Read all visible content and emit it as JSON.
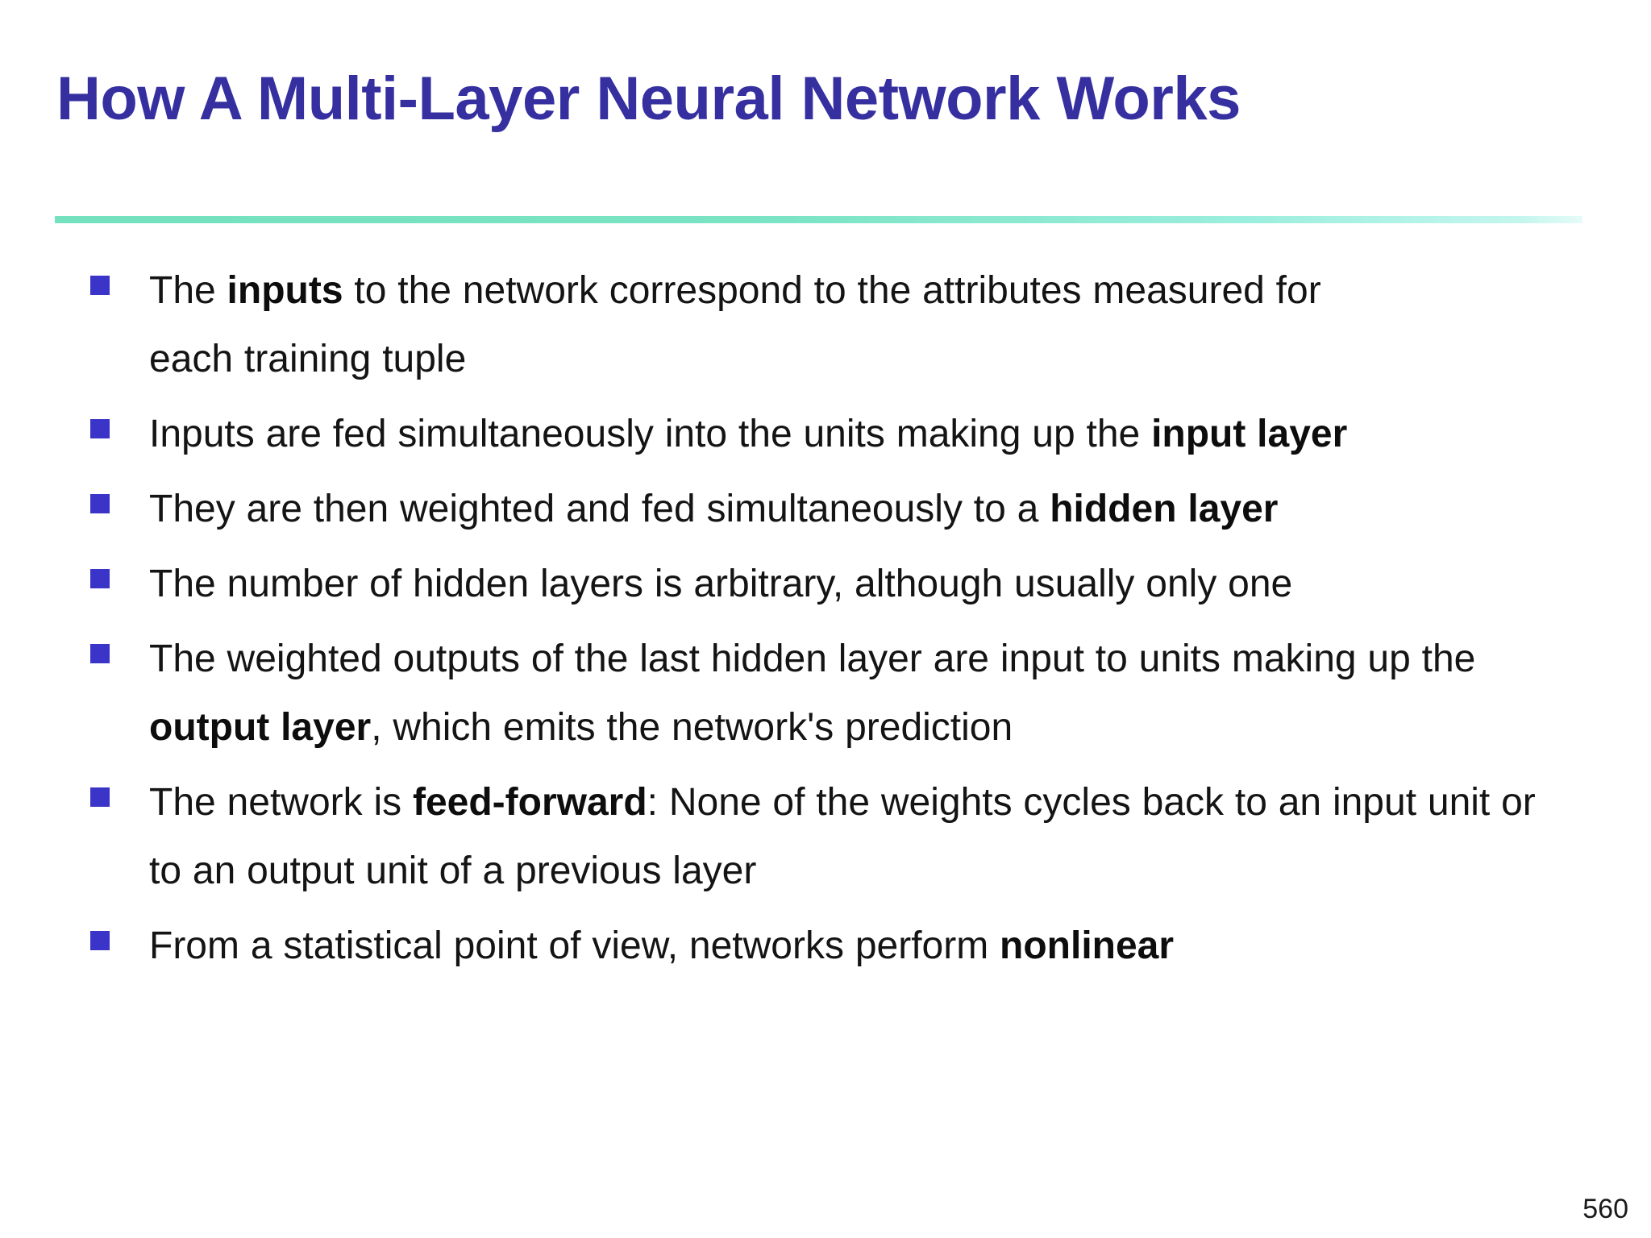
{
  "slide": {
    "title": "How A Multi-Layer Neural Network Works",
    "page_number": "560",
    "title_color": "#352FA0",
    "divider_color": "#74E2BE",
    "bullet_color": "#3B34C8",
    "body_text_color": "#141414",
    "background_color": "#ffffff"
  },
  "bullets": [
    {
      "id": "bullet-inputs-attributes",
      "parts": [
        {
          "text": "The ",
          "bold": false
        },
        {
          "text": "inputs",
          "bold": true
        },
        {
          "text": " to the network correspond to the attributes measured for each training tuple",
          "bold": false
        }
      ],
      "plain": "The inputs to the network correspond to the attributes measured for each training tuple"
    },
    {
      "id": "bullet-input-layer",
      "parts": [
        {
          "text": "Inputs are fed simultaneously into the units making up the ",
          "bold": false
        },
        {
          "text": "input layer",
          "bold": true
        }
      ],
      "plain": "Inputs are fed simultaneously into the units making up the input layer"
    },
    {
      "id": "bullet-hidden-layer",
      "parts": [
        {
          "text": "They are then weighted and fed simultaneously to a ",
          "bold": false
        },
        {
          "text": "hidden layer",
          "bold": true
        }
      ],
      "plain": "They are then weighted and fed simultaneously to a hidden layer"
    },
    {
      "id": "bullet-number-of-hidden-layers",
      "parts": [
        {
          "text": "The number of hidden layers is arbitrary, although usually only one",
          "bold": false
        }
      ],
      "plain": "The number of hidden layers is arbitrary, although usually only one"
    },
    {
      "id": "bullet-output-layer",
      "parts": [
        {
          "text": "The weighted outputs of the last hidden layer are input to units making up the ",
          "bold": false
        },
        {
          "text": "output layer",
          "bold": true
        },
        {
          "text": ", which emits the network's prediction",
          "bold": false
        }
      ],
      "plain": "The weighted outputs of the last hidden layer are input to units making up the output layer, which emits the network's prediction"
    },
    {
      "id": "bullet-feed-forward",
      "parts": [
        {
          "text": "The network is ",
          "bold": false
        },
        {
          "text": "feed-forward",
          "bold": true
        },
        {
          "text": ": None of the weights cycles back to an input unit or to an output unit of a previous layer",
          "bold": false
        }
      ],
      "plain": "The network is feed-forward: None of the weights cycles back to an input unit or to an output unit of a previous layer"
    },
    {
      "id": "bullet-nonlinear-regression",
      "parts": [
        {
          "text": "From a statistical point of view, networks perform ",
          "bold": false
        },
        {
          "text": "nonlinear",
          "bold": true
        }
      ],
      "plain": "From a statistical point of view, networks perform nonlinear"
    }
  ]
}
